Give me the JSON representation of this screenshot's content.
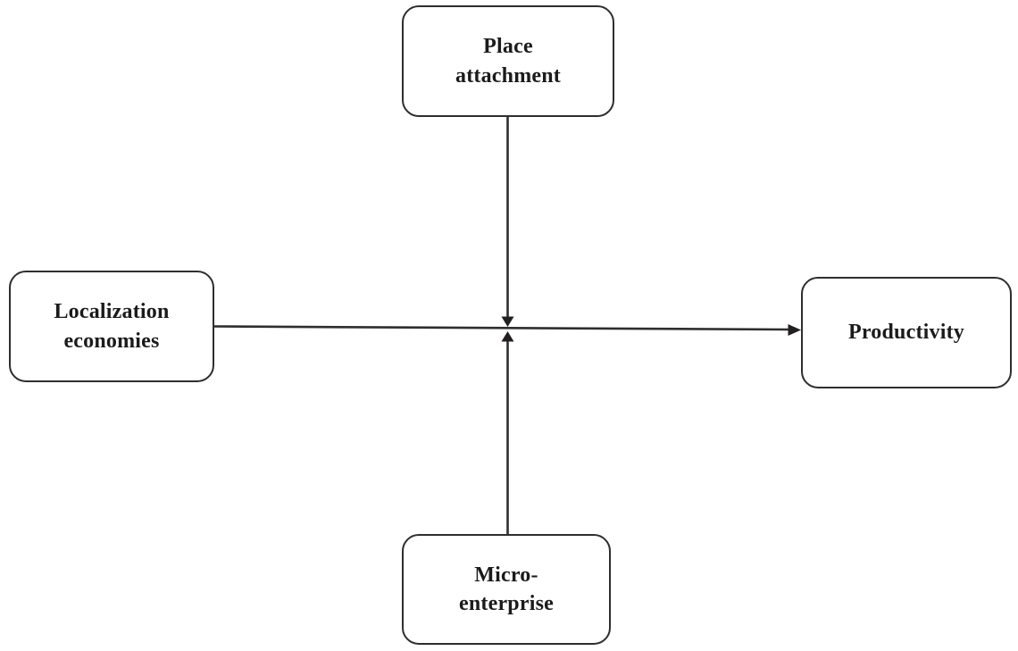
{
  "diagram": {
    "type": "conceptual-path-model",
    "background_color": "#ffffff",
    "line_color": "#2e2e2e",
    "text_color": "#1b1b1b",
    "nodes": [
      {
        "id": "place_attachment",
        "label": "Place attachment",
        "position": "top-center"
      },
      {
        "id": "localization_economies",
        "label": "Localization economies",
        "position": "middle-left"
      },
      {
        "id": "productivity",
        "label": "Productivity",
        "position": "middle-right"
      },
      {
        "id": "micro_enterprise",
        "label": "Micro-enterprise",
        "position": "bottom-center"
      }
    ],
    "edges": [
      {
        "from": "localization_economies",
        "to": "productivity",
        "style": "straight-arrow"
      },
      {
        "from": "place_attachment",
        "to": "midpoint of localization_economies->productivity arrow",
        "style": "moderation-arrow-down"
      },
      {
        "from": "micro_enterprise",
        "to": "midpoint of localization_economies->productivity arrow",
        "style": "moderation-arrow-up"
      }
    ]
  }
}
